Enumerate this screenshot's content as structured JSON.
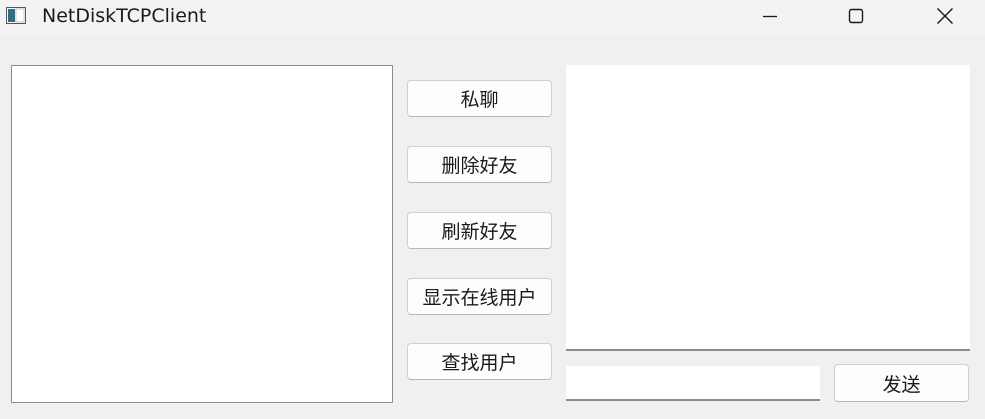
{
  "window": {
    "title": "NetDiskTCPClient",
    "app_icon": "window-app-icon",
    "controls": {
      "minimize_icon": "minimize-icon",
      "maximize_icon": "maximize-icon",
      "close_icon": "close-icon"
    }
  },
  "friend_list": {
    "items": []
  },
  "actions": {
    "private_chat": "私聊",
    "delete_friend": "删除好友",
    "refresh_friends": "刷新好友",
    "show_online_users": "显示在线用户",
    "search_user": "查找用户"
  },
  "chat": {
    "messages": [],
    "input_value": "",
    "send_label": "发送"
  },
  "colors": {
    "background": "#f0f0f0",
    "panel": "#ffffff",
    "border": "#8c8c8c"
  }
}
